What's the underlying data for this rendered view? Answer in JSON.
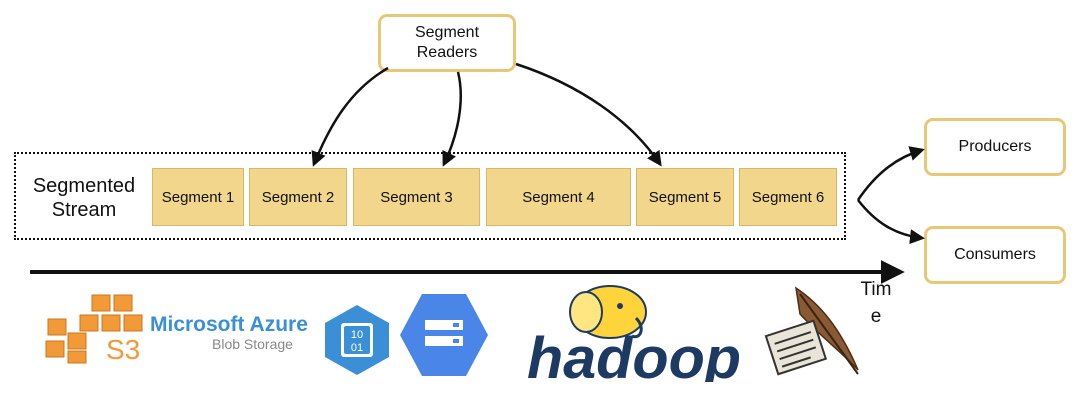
{
  "diagram": {
    "readers_label": "Segment Readers",
    "stream_label": "Segmented Stream",
    "segments": [
      "Segment 1",
      "Segment 2",
      "Segment 3",
      "Segment 4",
      "Segment 5",
      "Segment 6"
    ],
    "producers_label": "Producers",
    "consumers_label": "Consumers",
    "time_label": "Time"
  },
  "storage_logos": {
    "s3_text": "S3",
    "azure_title": "Microsoft Azure",
    "azure_subtitle": "Blob Storage",
    "azure_blob_glyph": "10\n01",
    "hadoop_text": "hadoop"
  },
  "colors": {
    "segment_fill": "#f1d68c",
    "box_border": "#e8c876",
    "aws_orange": "#f29a38",
    "azure_blue": "#3b8fd6",
    "gcp_blue": "#4a86e8",
    "hadoop_navy": "#1d3a63",
    "hadoop_elephant": "#ffd43b"
  },
  "icons": [
    "aws-s3-icon",
    "azure-blob-icon",
    "google-cloud-storage-icon",
    "hadoop-elephant-icon",
    "feather-scroll-icon"
  ]
}
